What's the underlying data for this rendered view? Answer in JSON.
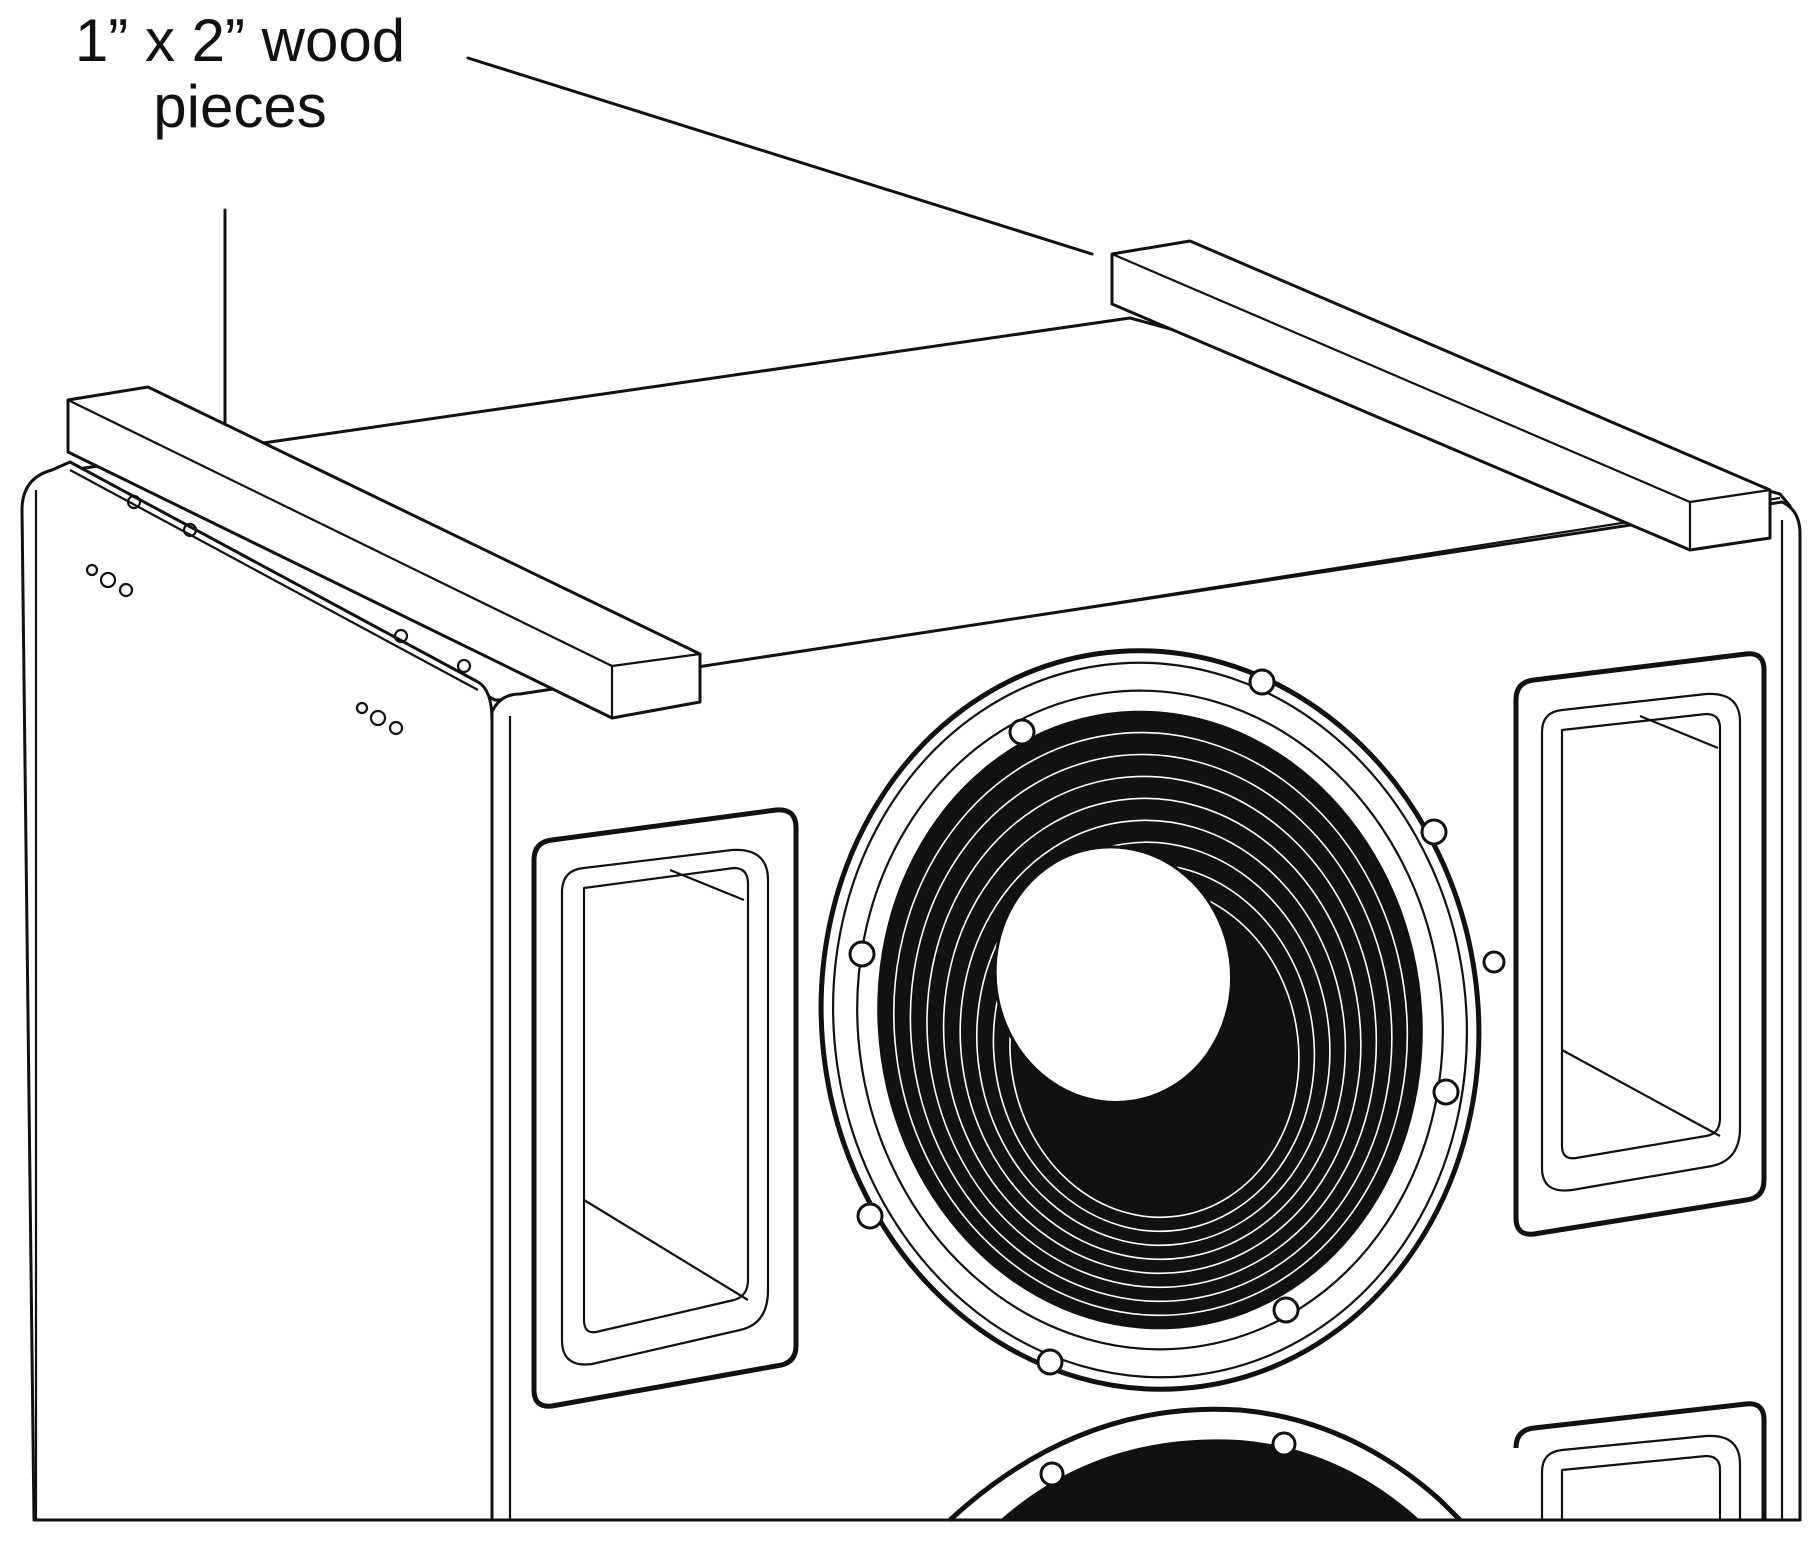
{
  "callout": {
    "line1": "1” x 2” wood",
    "line2": "pieces"
  },
  "colors": {
    "line": "#111111",
    "background": "#ffffff"
  },
  "icons": [
    "speaker-cabinet",
    "wood-piece",
    "woofer",
    "handle-port",
    "rigging-point"
  ]
}
